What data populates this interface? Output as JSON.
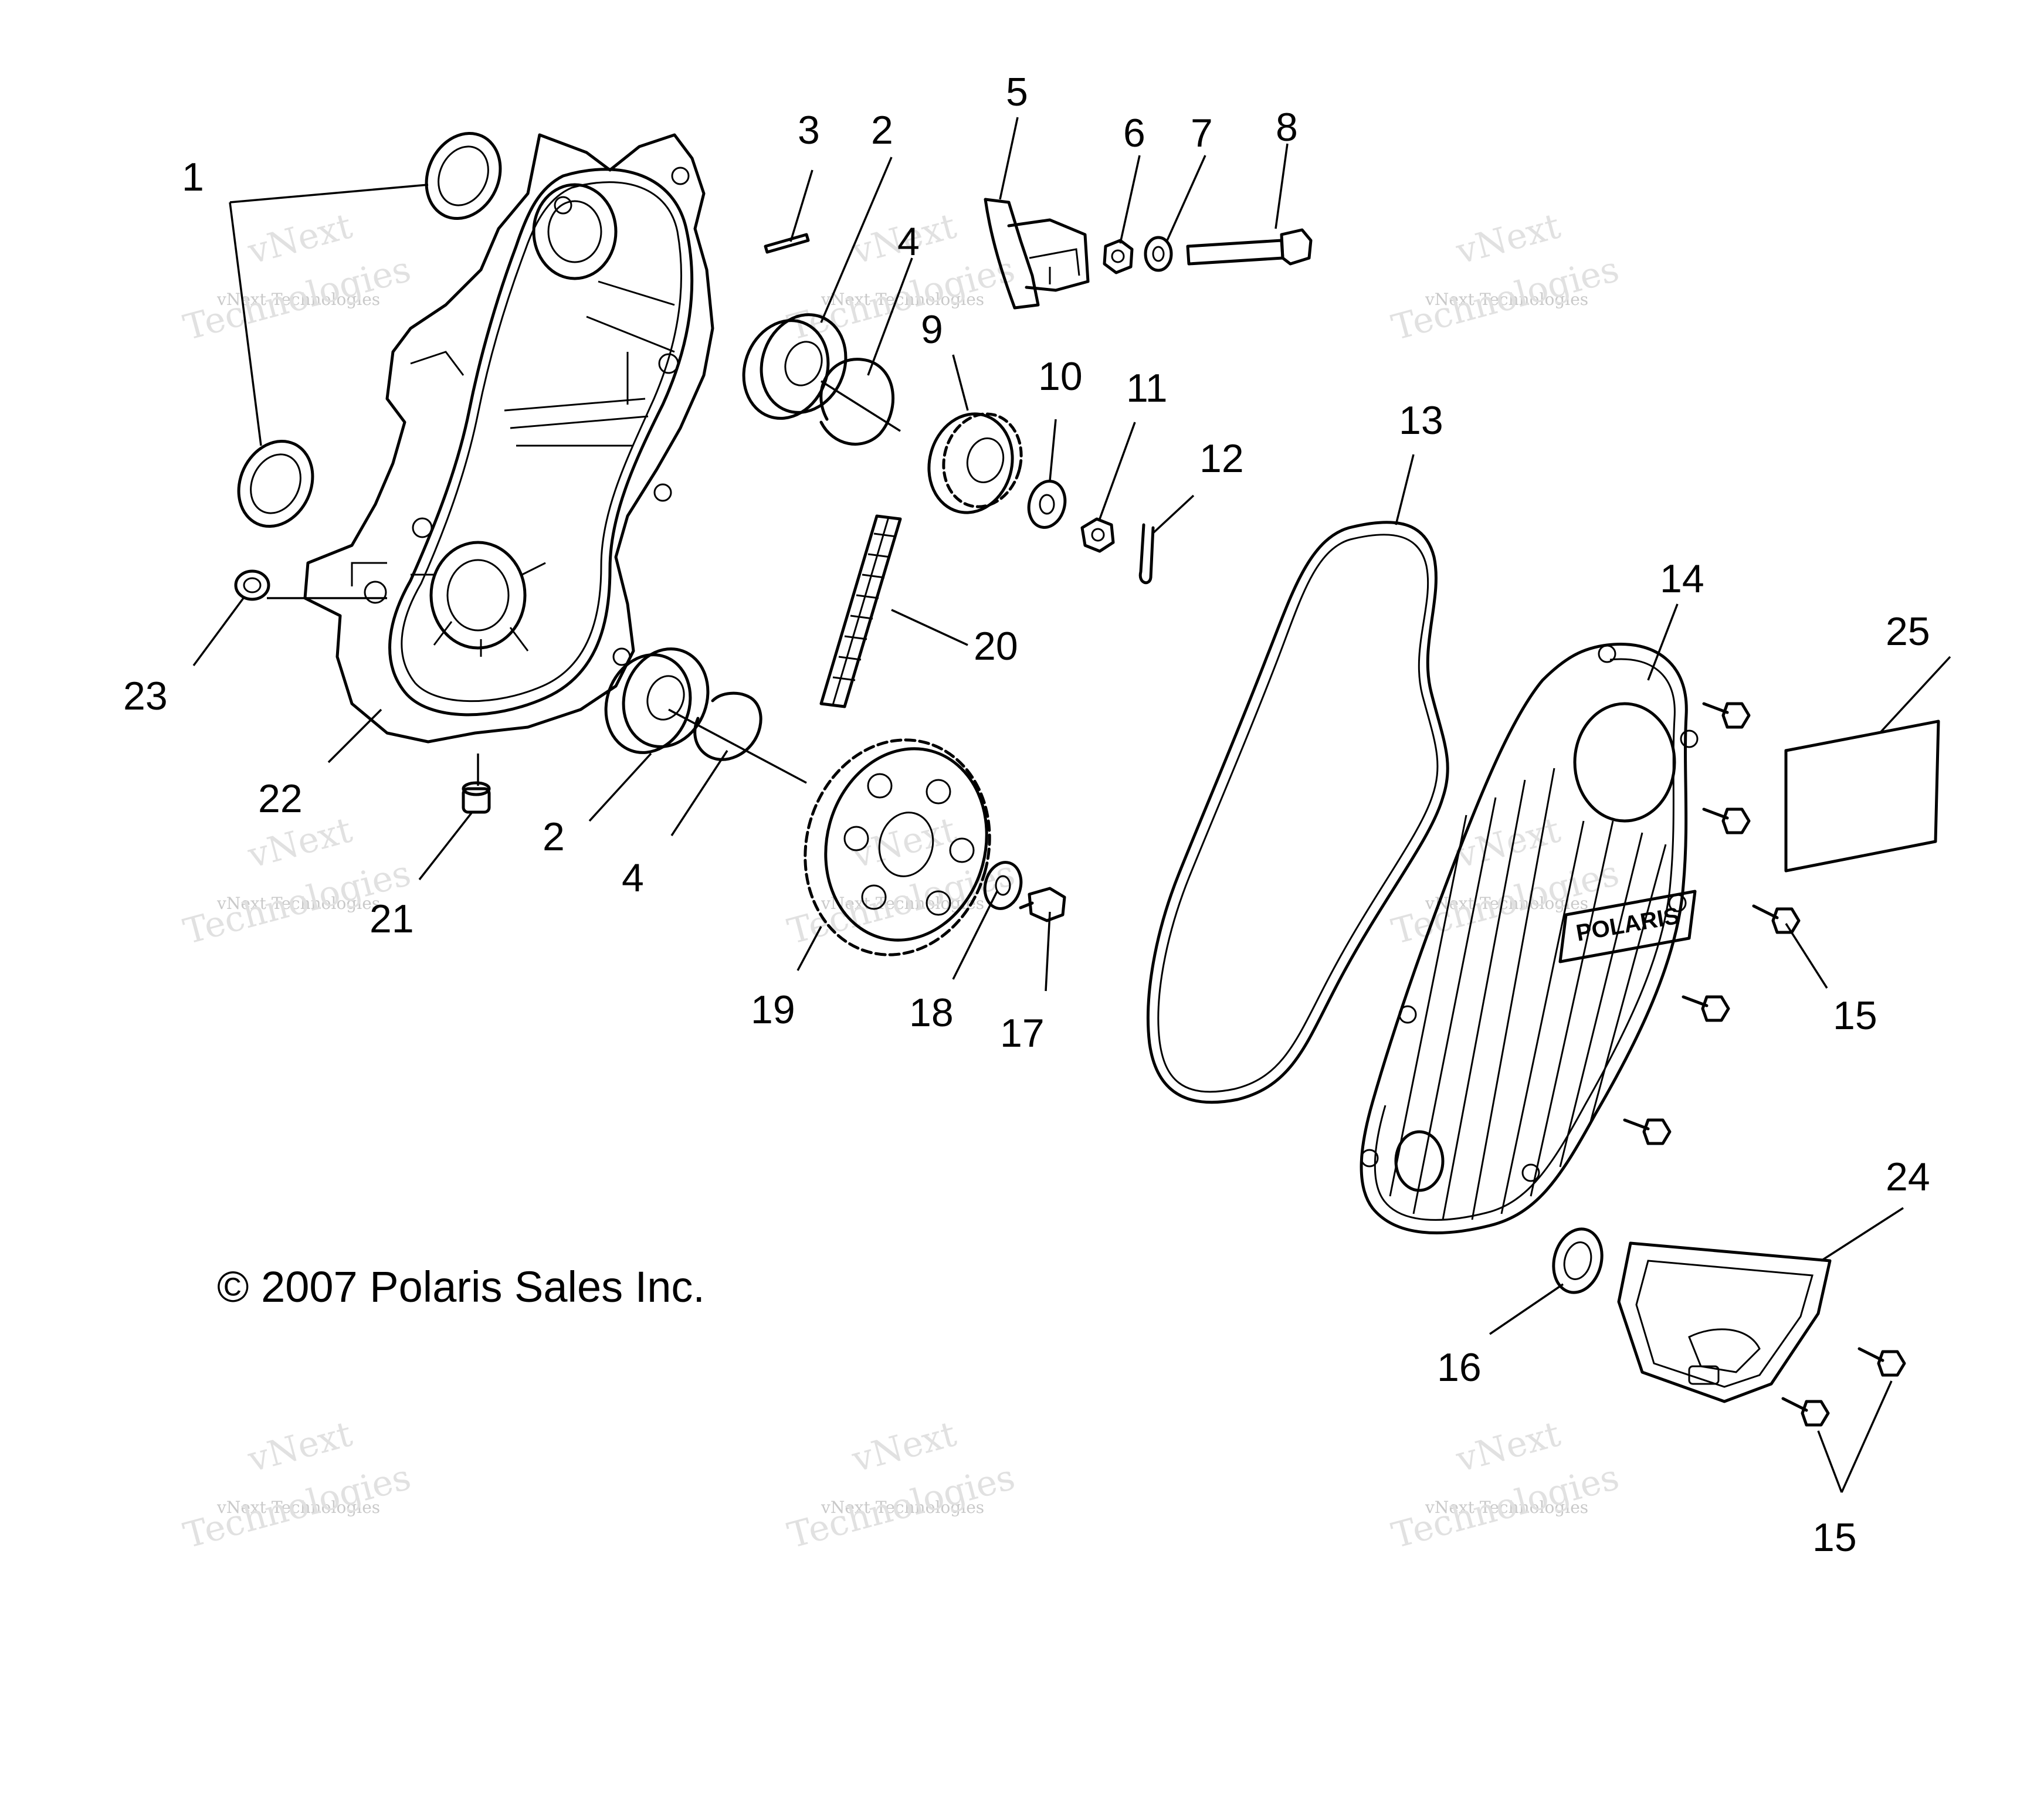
{
  "copyright": "© 2007 Polaris Sales Inc.",
  "logo_text": "POLARIS",
  "watermark": {
    "line1": "vNext",
    "line2": "vNext Technologies",
    "line3": "Technologies"
  },
  "callouts": {
    "c1": "1",
    "c2a": "2",
    "c2b": "2",
    "c3": "3",
    "c4a": "4",
    "c4b": "4",
    "c5": "5",
    "c6": "6",
    "c7": "7",
    "c8": "8",
    "c9": "9",
    "c10": "10",
    "c11": "11",
    "c12": "12",
    "c13": "13",
    "c14": "14",
    "c15a": "15",
    "c15b": "15",
    "c16": "16",
    "c17": "17",
    "c18": "18",
    "c19": "19",
    "c20": "20",
    "c21": "21",
    "c22": "22",
    "c23": "23",
    "c24": "24",
    "c25": "25"
  }
}
